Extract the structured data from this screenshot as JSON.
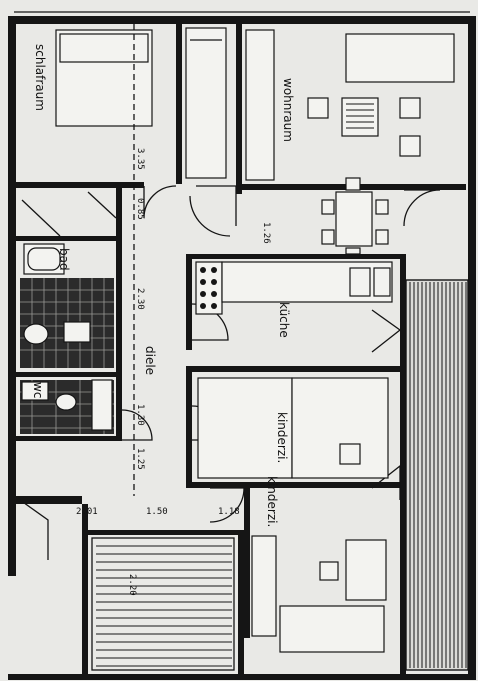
{
  "rooms": {
    "schlafraum": "schlafraum",
    "wohnraum": "wohnraum",
    "kueche": "küche",
    "kinderzi_1": "kinderzi.",
    "kinderzi_2": "kinderzi.",
    "bad": "bad",
    "wc": "wc",
    "diele": "diele"
  },
  "dimensions": {
    "d1": "3.35",
    "d2": "0.85",
    "d3": "1.26",
    "d4": "2.30",
    "d5": "1.30",
    "d6": "1.25",
    "d7": "2.01",
    "d8": "1.50",
    "d9": "1.18",
    "d10": "2.20"
  },
  "colors": {
    "paper": "#e9e9e6",
    "ink": "#151515"
  }
}
